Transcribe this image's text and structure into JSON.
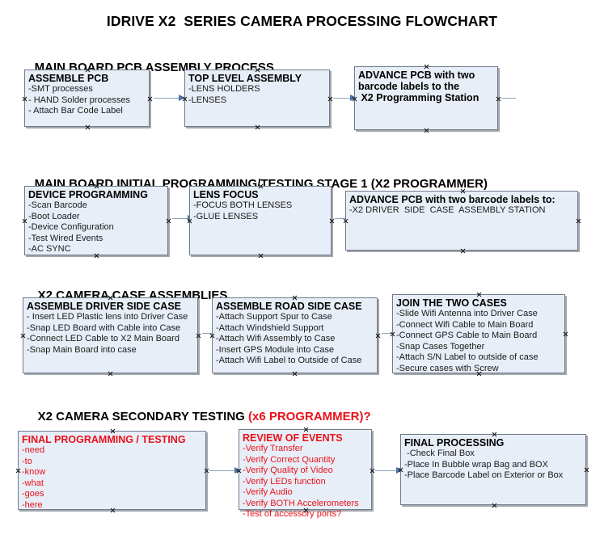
{
  "document": {
    "title": "IDRIVE X2  SERIES CAMERA PROCESSING FLOWCHART",
    "accent_color": "#e8121b",
    "box_fill": "#e8eef7",
    "box_border": "#6f7b8a",
    "connector_color": "#8aa3bd",
    "arrowhead_color": "#4a72a8"
  },
  "sections": [
    {
      "heading": "MAIN BOARD PCB ASSEMBLY PROCESS",
      "heading_accent": "",
      "nodes": [
        {
          "title": "ASSEMBLE PCB",
          "lines": [
            "-SMT processes",
            "- HAND Solder processes",
            "- Attach Bar Code Label"
          ],
          "color": "black"
        },
        {
          "title": "TOP LEVEL ASSEMBLY",
          "lines": [
            "-LENS HOLDERS",
            "-LENSES"
          ],
          "color": "black"
        },
        {
          "title": "ADVANCE PCB with two",
          "lines": [
            "barcode labels to the",
            " X2 Programming Station"
          ],
          "color": "black"
        }
      ]
    },
    {
      "heading": "MAIN BOARD INITIAL PROGRAMMING/TESTING STAGE 1 (X2 PROGRAMMER)",
      "heading_accent": "",
      "nodes": [
        {
          "title": "DEVICE PROGRAMMING",
          "lines": [
            "-Scan Barcode",
            "-Boot Loader",
            "-Device Configuration",
            "-Test Wired Events",
            "-AC SYNC"
          ],
          "color": "black"
        },
        {
          "title": "LENS FOCUS",
          "lines": [
            "-FOCUS BOTH LENSES",
            "-GLUE LENSES"
          ],
          "color": "black"
        },
        {
          "title": "ADVANCE PCB with two barcode labels to:",
          "lines": [
            "-X2 DRIVER  SIDE  CASE  ASSEMBLY STATION"
          ],
          "color": "black"
        }
      ]
    },
    {
      "heading": "X2 CAMERA CASE ASSEMBLIES",
      "heading_accent": "",
      "nodes": [
        {
          "title": "ASSEMBLE DRIVER SIDE CASE",
          "lines": [
            "- Insert LED Plastic lens into Driver Case",
            "-Snap LED Board with Cable into Case",
            "-Connect LED Cable to X2 Main Board",
            "-Snap Main Board into case"
          ],
          "color": "black"
        },
        {
          "title": "ASSEMBLE ROAD SIDE CASE",
          "lines": [
            "-Attach Support Spur to Case",
            "-Attach Windshield Support",
            "-Attach Wifi Assembly to Case",
            "-Insert GPS Module into Case",
            "-Attach Wifi Label to Outside of Case"
          ],
          "color": "black"
        },
        {
          "title": "JOIN THE TWO CASES",
          "lines": [
            "-Slide Wifi Antenna into Driver Case",
            "-Connect Wifi Cable to Main Board",
            "-Connect GPS Cable to Main Board",
            "-Snap Cases Together",
            "-Attach S/N Label to outside of case",
            "-Secure cases with Screw"
          ],
          "color": "black"
        }
      ]
    },
    {
      "heading": "X2 CAMERA SECONDARY TESTING ",
      "heading_accent": "(x6 PROGRAMMER)?",
      "nodes": [
        {
          "title": "FINAL PROGRAMMING / TESTING",
          "lines": [
            "-need",
            "-to",
            "-know",
            "-what",
            "-goes",
            "-here"
          ],
          "color": "red"
        },
        {
          "title": "REVIEW OF EVENTS",
          "lines": [
            "-Verify Transfer",
            "-Verify Correct Quantity",
            "-Verify Quality of Video",
            "-Verify LEDs function",
            "-Verify Audio",
            "-Verify BOTH Accelerometers",
            "-Test of accessory ports?"
          ],
          "color": "red"
        },
        {
          "title": "FINAL PROCESSING",
          "lines": [
            " -Check Final Box",
            "-Place In Bubble wrap Bag and BOX",
            "-Place Barcode Label on Exterior or Box"
          ],
          "color": "black"
        }
      ]
    }
  ]
}
